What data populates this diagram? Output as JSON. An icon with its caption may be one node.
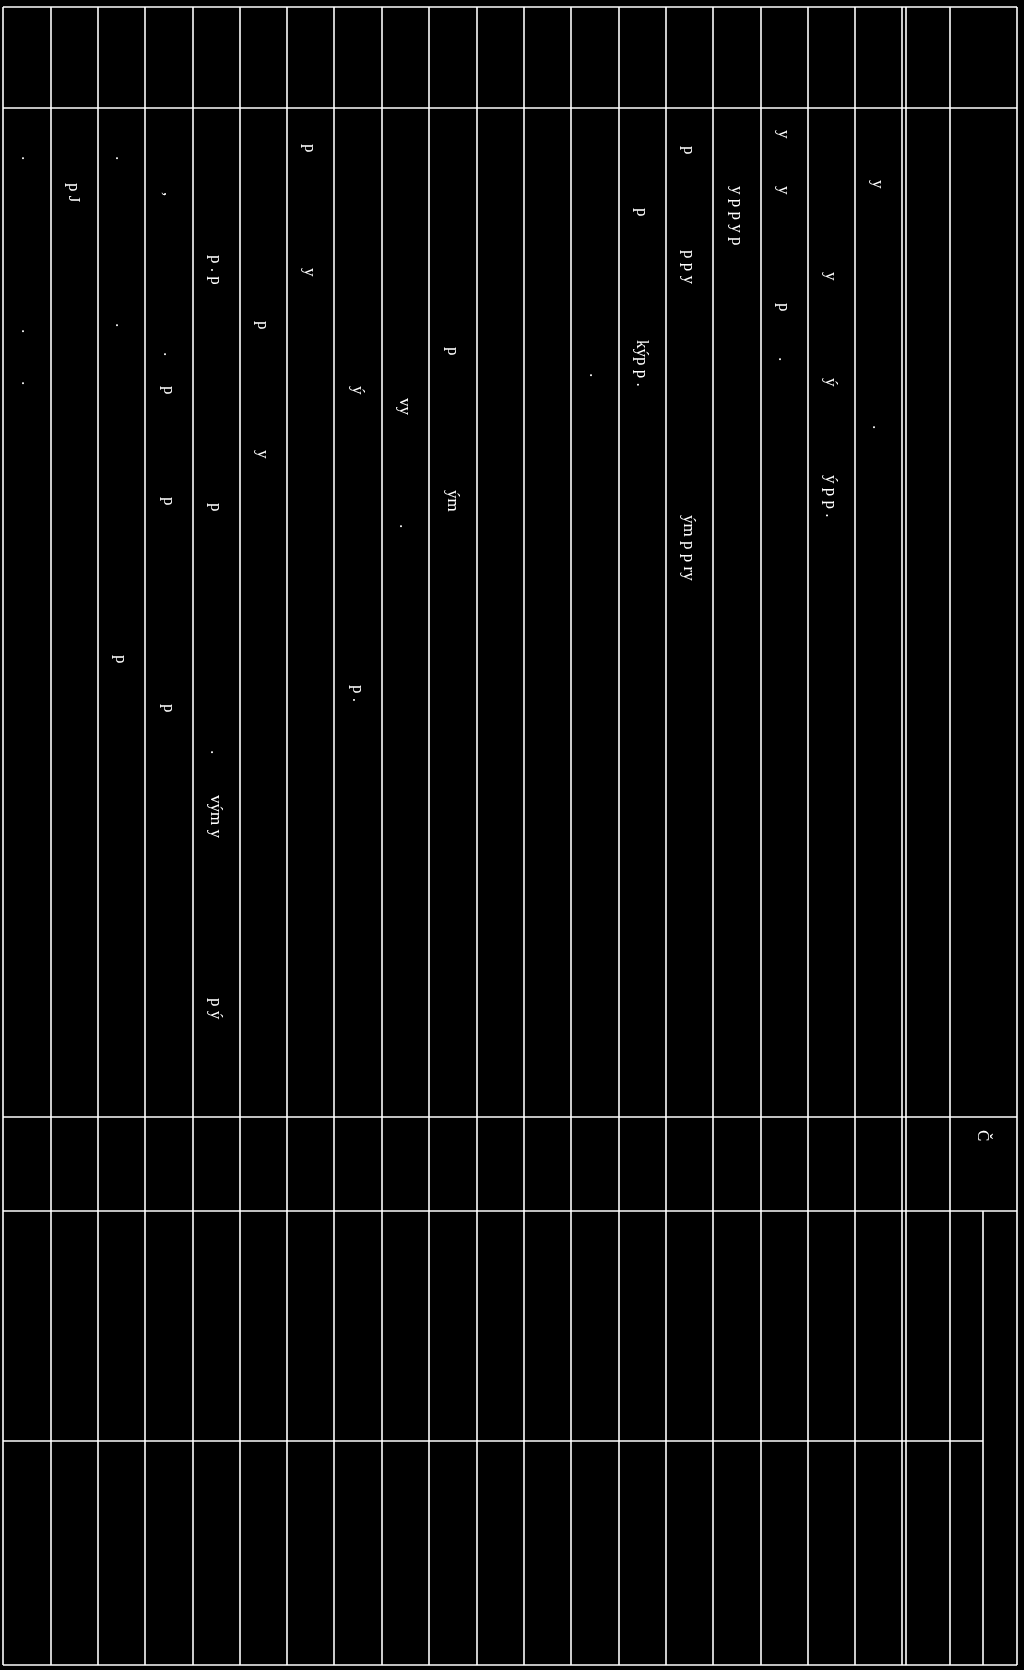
{
  "diagram": {
    "labels": [
      "Č",
      "y",
      ".",
      "y",
      "ý",
      "ý p p .",
      "y",
      "y",
      "p",
      ".",
      "y p p y p",
      "p",
      "p p y",
      "ým p p ry",
      "p",
      "kýp p .",
      ".",
      "p",
      "ým",
      "vy",
      ".",
      "ý",
      "p .",
      "p",
      "y",
      "p",
      "y",
      "p . p",
      "p",
      ".",
      "vým y",
      "p ý",
      ",",
      ".",
      "p",
      "p",
      "p",
      ".",
      ".",
      "p",
      "p J",
      ".",
      ".",
      "."
    ]
  }
}
